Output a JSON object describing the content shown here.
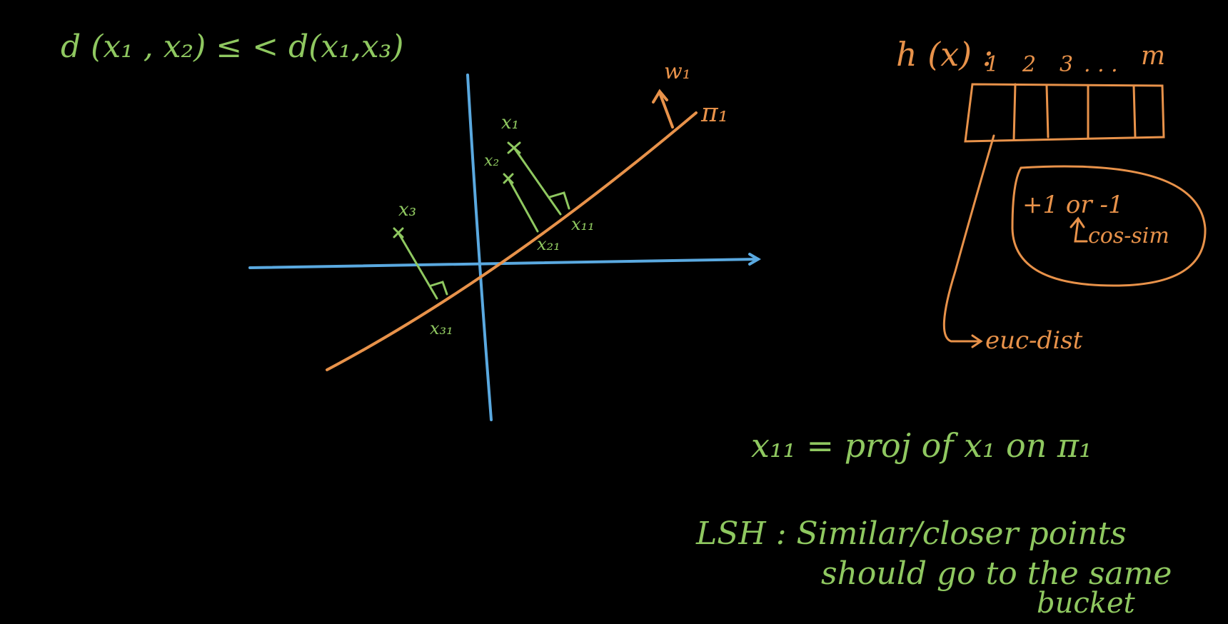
{
  "colors": {
    "background": "#000000",
    "axes": "#5aa9e0",
    "green_ink": "#8fc860",
    "orange_ink": "#e8924a"
  },
  "inequality": "d (x₁ , x₂) ≤ < d(x₁,x₃)",
  "plot": {
    "plane_label": "π₁",
    "normal_label": "w₁",
    "points": [
      {
        "label": "x₁",
        "proj_label": "x₁₁"
      },
      {
        "label": "x₂",
        "proj_label": "x₂₁"
      },
      {
        "label": "x₃",
        "proj_label": "x₃₁"
      }
    ]
  },
  "hash": {
    "title": "h (x) :",
    "bucket_labels": [
      "1",
      "2",
      "3",
      ". . .",
      "m"
    ],
    "circle_text": "+1 or -1",
    "cos_note": "cos-sim",
    "euc_note": "euc-dist"
  },
  "notes": {
    "projection": "x₁₁ = proj of x₁ on π₁",
    "lsh_line1": "LSH : Similar/closer points",
    "lsh_line2": "should go to the same",
    "lsh_line3": "bucket"
  }
}
